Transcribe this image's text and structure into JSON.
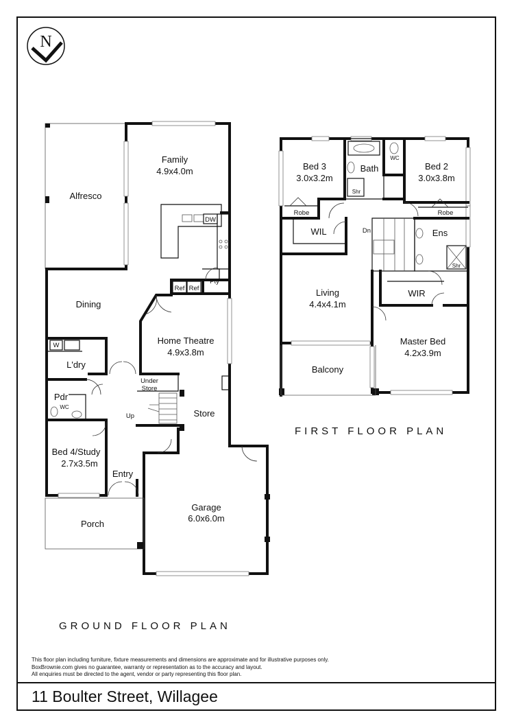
{
  "compass": {
    "letter": "N",
    "icon": "north-arrow-icon"
  },
  "ground_floor": {
    "title": "GROUND FLOOR PLAN",
    "rooms": {
      "family": {
        "name": "Family",
        "size": "4.9x4.0m"
      },
      "alfresco": {
        "name": "Alfresco"
      },
      "dining": {
        "name": "Dining"
      },
      "home_theatre": {
        "name": "Home Theatre",
        "size": "4.9x3.8m"
      },
      "laundry": {
        "name": "L'dry"
      },
      "powder": {
        "name": "Pdr"
      },
      "powder_wc": {
        "name": "WC"
      },
      "under_store": {
        "line1": "Under",
        "line2": "Store"
      },
      "stair_up": {
        "name": "Up"
      },
      "store": {
        "name": "Store"
      },
      "bed4": {
        "name": "Bed 4/Study",
        "size": "2.7x3.5m"
      },
      "entry": {
        "name": "Entry"
      },
      "porch": {
        "name": "Porch"
      },
      "garage": {
        "name": "Garage",
        "size": "6.0x6.0m"
      },
      "pantry": {
        "name": "Pty"
      },
      "ref1": {
        "name": "Ref"
      },
      "ref2": {
        "name": "Ref"
      },
      "dishwasher": {
        "name": "DW"
      },
      "washer": {
        "name": "W"
      }
    }
  },
  "first_floor": {
    "title": "FIRST FLOOR PLAN",
    "rooms": {
      "bed3": {
        "name": "Bed 3",
        "size": "3.0x3.2m"
      },
      "bath": {
        "name": "Bath"
      },
      "bath_shower": {
        "name": "Shr"
      },
      "wc": {
        "name": "WC"
      },
      "bed2": {
        "name": "Bed 2",
        "size": "3.0x3.8m"
      },
      "robe_left": {
        "name": "Robe"
      },
      "robe_right": {
        "name": "Robe"
      },
      "wil": {
        "name": "WIL"
      },
      "stair_down": {
        "name": "Dn"
      },
      "ensuite": {
        "name": "Ens"
      },
      "ensuite_shower": {
        "name": "Shr"
      },
      "living": {
        "name": "Living",
        "size": "4.4x4.1m"
      },
      "wir": {
        "name": "WIR"
      },
      "master_bed": {
        "name": "Master Bed",
        "size": "4.2x3.9m"
      },
      "balcony": {
        "name": "Balcony"
      }
    }
  },
  "disclaimer": [
    "This floor plan including furniture, fixture measurements and dimensions are approximate and for illustrative purposes only.",
    "BoxBrownie.com gives no guarantee, warranty or representation as to the accuracy and layout.",
    "All enquiries must be directed to the agent, vendor or party representing this floor plan."
  ],
  "address": "11 Boulter Street, Willagee"
}
